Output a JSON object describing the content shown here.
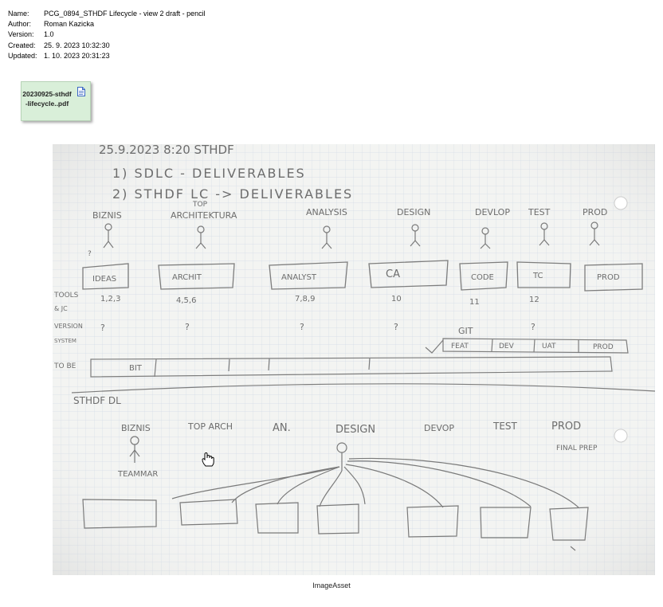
{
  "meta": {
    "rows": [
      {
        "label": "Name:",
        "value": "PCG_0894_STHDF Lifecycle - view 2 draft - pencil"
      },
      {
        "label": "Author:",
        "value": "Roman Kazicka"
      },
      {
        "label": "Version:",
        "value": "1.0"
      },
      {
        "label": "Created:",
        "value": "25. 9. 2023 10:32:30"
      },
      {
        "label": "Updated:",
        "value": "1. 10. 2023 20:31:23"
      }
    ]
  },
  "attachment": {
    "name": "20230925-sthdf-lifecycle..pdf",
    "icon": "document-icon"
  },
  "sketch": {
    "header": "25.9.2023  8:20  STHDF",
    "line1": "1)  SDLC - DELIVERABLES",
    "line2": "2)  STHDF LC -> DELIVERABLES",
    "top_label": "TOP",
    "roles": [
      "BIZNIS",
      "ARCHITEKTURA",
      "ANALYSIS",
      "DESIGN",
      "DEVLOP",
      "TEST",
      "PROD"
    ],
    "deliverables": [
      "IDEAS",
      "ARCHIT",
      "ANALYST",
      "CA",
      "CODE",
      "TC",
      "PROD"
    ],
    "tools_label": "TOOLS",
    "tools_sub": "& JC",
    "tool_numbers": [
      "1,2,3",
      "4,5,6",
      "7,8,9",
      "10",
      "11",
      "12"
    ],
    "version_label": "VERSION",
    "version_sub": "SYSTEM",
    "question": "?",
    "git": "GIT",
    "branches": [
      "FEAT",
      "DEV",
      "UAT",
      "PROD"
    ],
    "to_be": "TO BE",
    "bit": "BIT",
    "stdl": "STHDF DL",
    "phases": [
      "BIZNIS",
      "TOP ARCH",
      "AN.",
      "DESIGN",
      "DEVOP",
      "TEST",
      "PROD"
    ],
    "teammate": "TEAMMAR",
    "final": "FINAL PREP"
  },
  "caption": "ImageAsset"
}
